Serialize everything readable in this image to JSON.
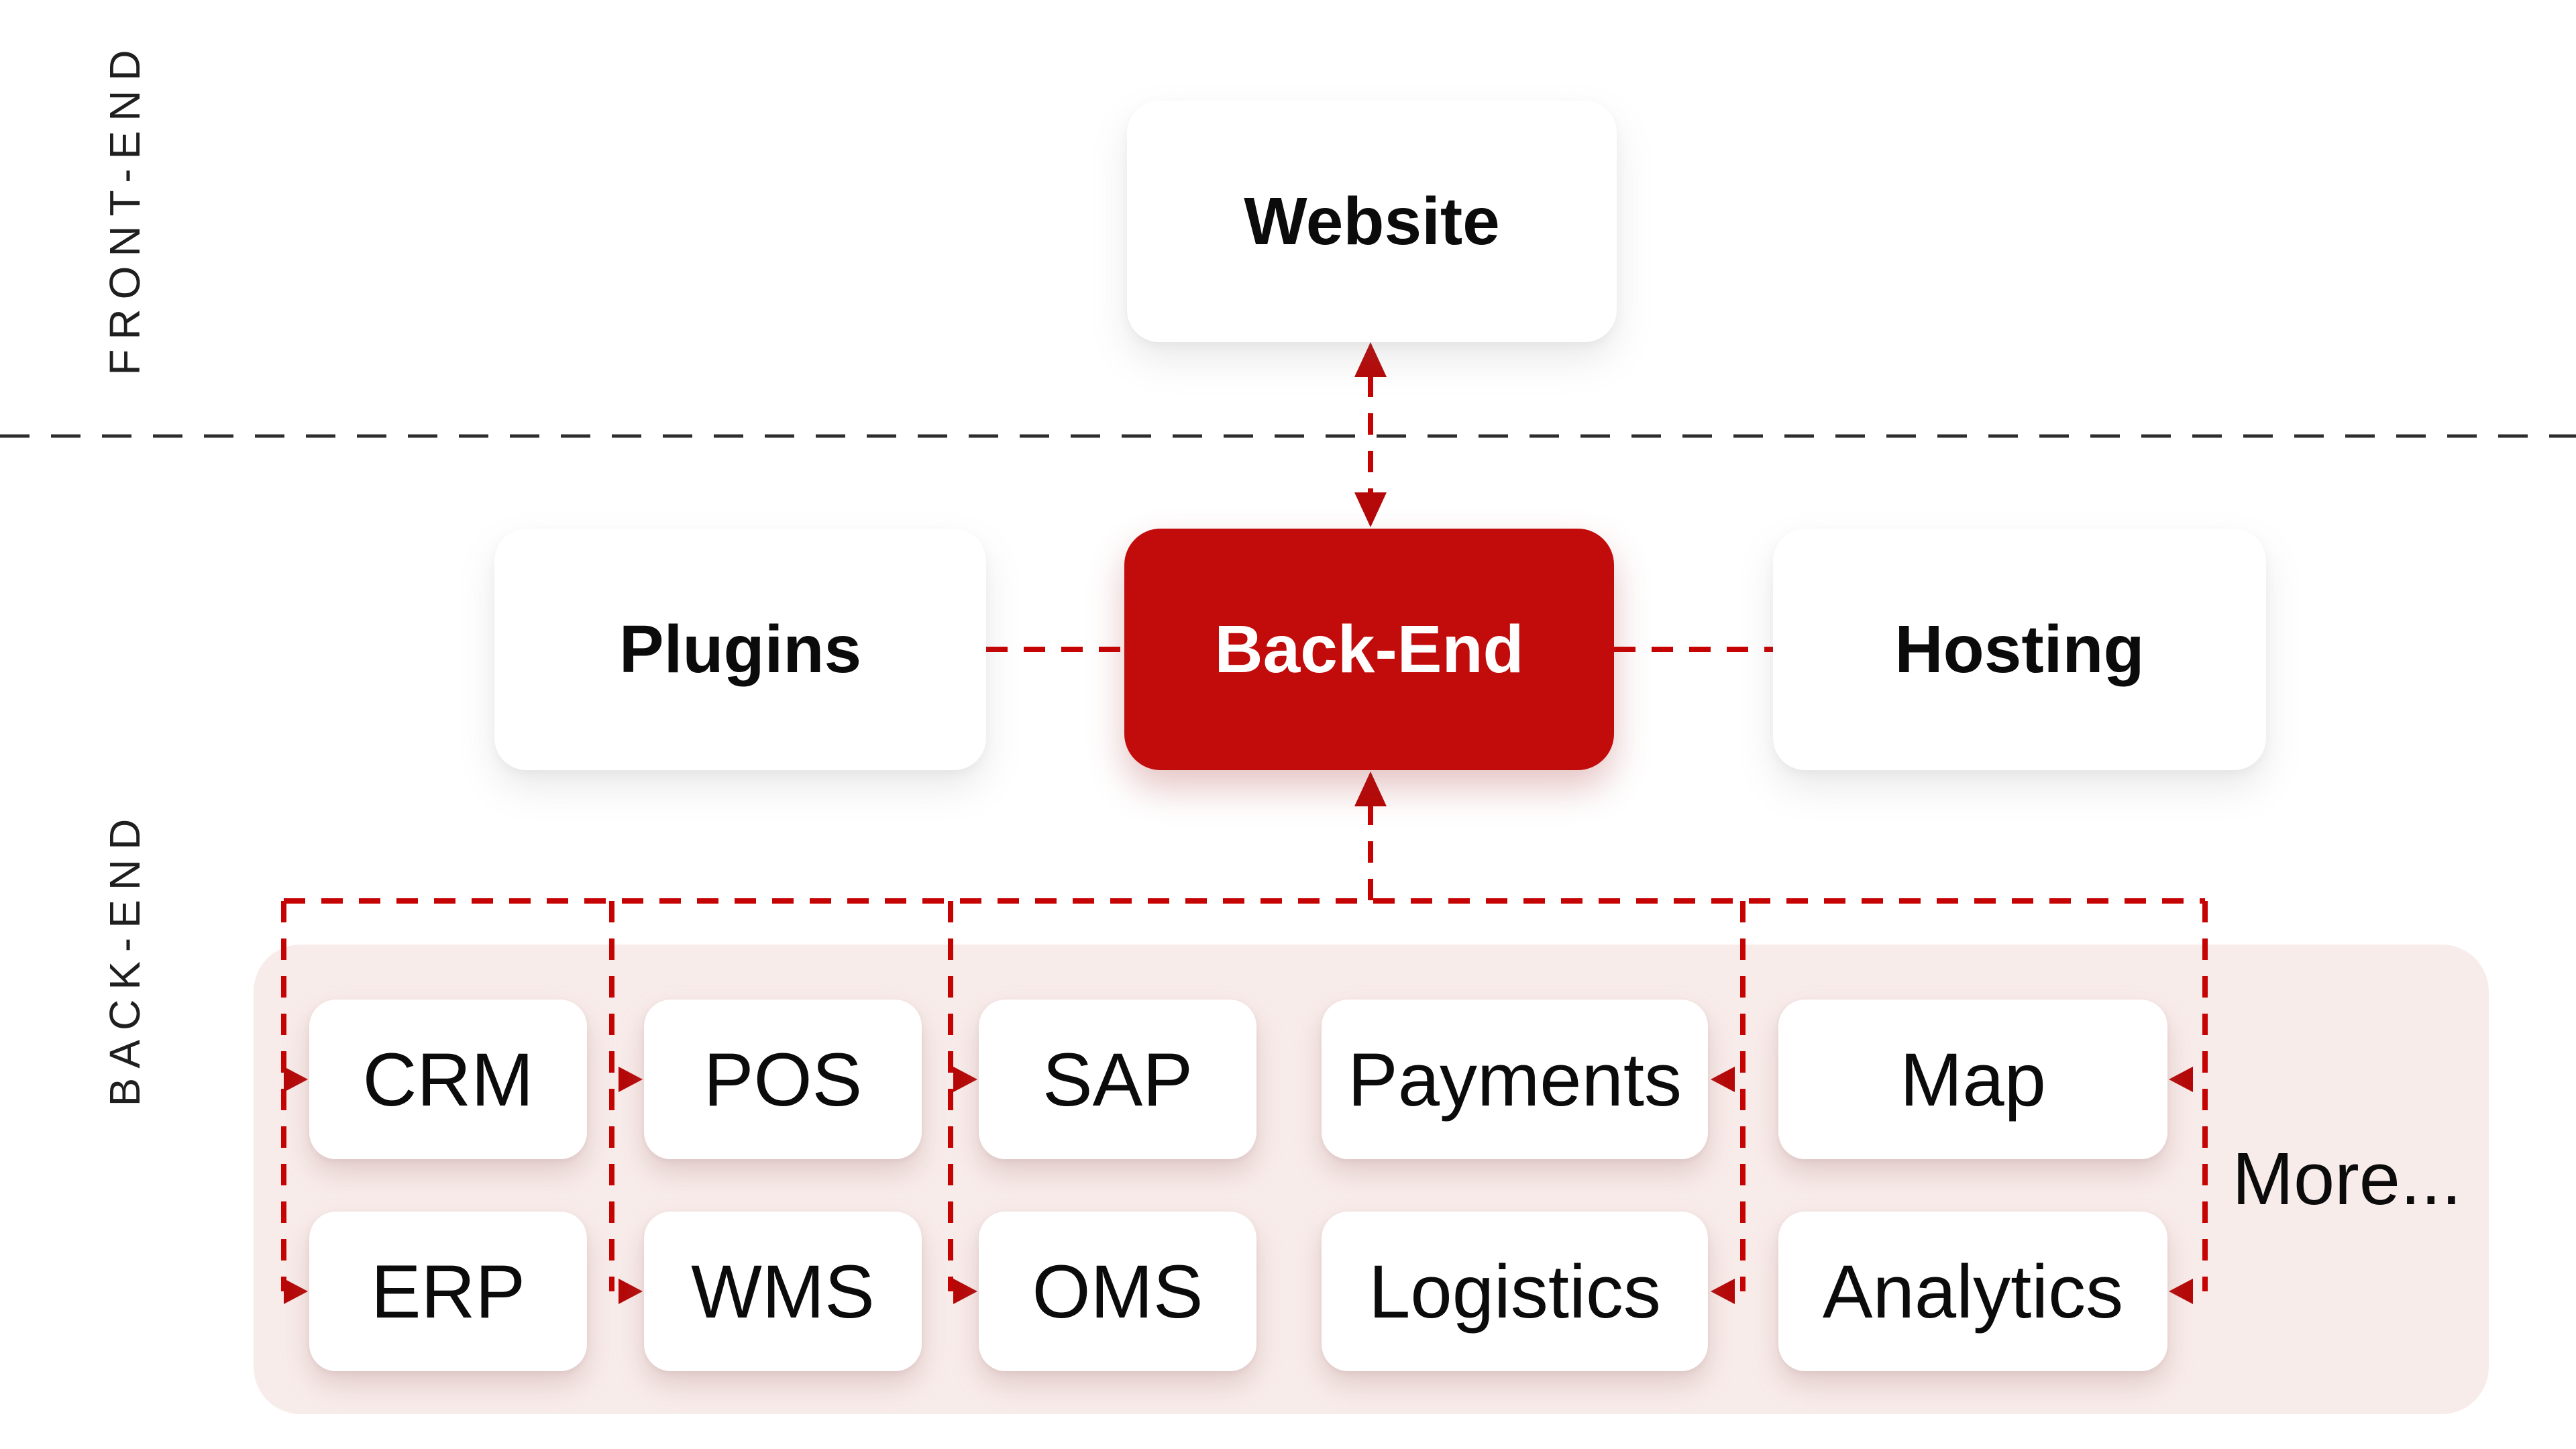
{
  "zones": {
    "front_end": "FRONT-END",
    "back_end": "BACK-END"
  },
  "nodes": {
    "website": "Website",
    "plugins": "Plugins",
    "backend": "Back-End",
    "hosting": "Hosting",
    "more": "More..."
  },
  "integrations": {
    "row1": [
      "CRM",
      "POS",
      "SAP",
      "Payments",
      "Map"
    ],
    "row2": [
      "ERP",
      "WMS",
      "OMS",
      "Logistics",
      "Analytics"
    ]
  },
  "colors": {
    "accent_red": "#C20B0B",
    "line_red": "#C60303",
    "arrow_red": "#B50808",
    "panel_pink": "#F8ECEA",
    "separator_gray": "#2D2D2D"
  }
}
